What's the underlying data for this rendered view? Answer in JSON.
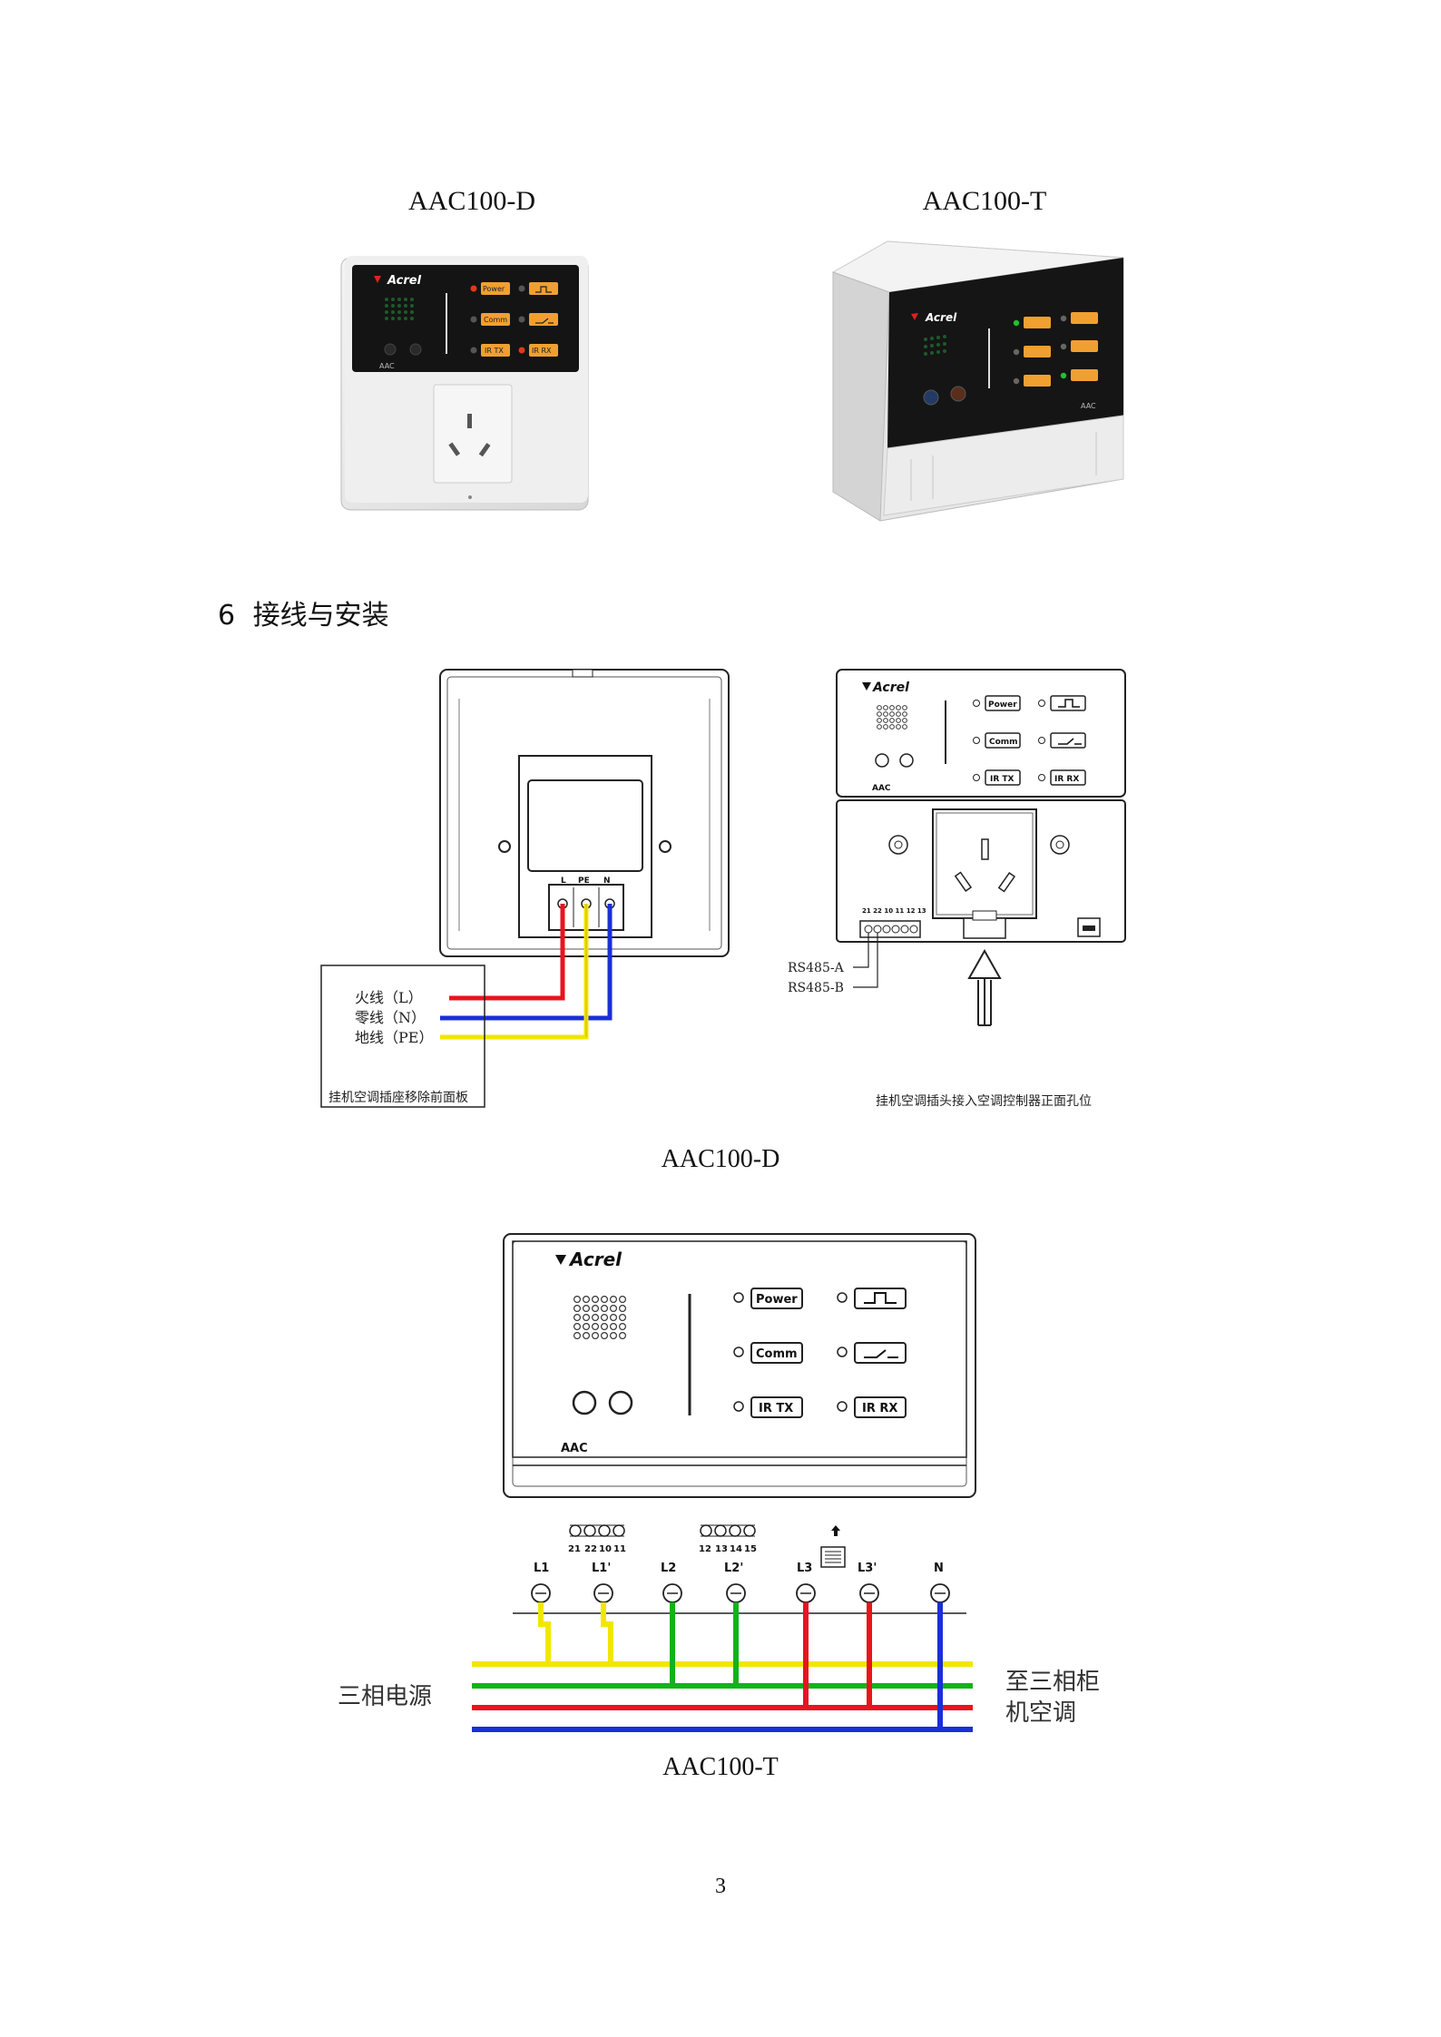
{
  "products": {
    "d_title": "AAC100-D",
    "t_title": "AAC100-T",
    "brand": "Acrel",
    "model_mark": "AAC",
    "leds": [
      "Power",
      "Comm",
      "IR TX",
      "IR RX"
    ]
  },
  "section": {
    "number": "6",
    "title": "接线与安装"
  },
  "wiring_d": {
    "terminal_labels": [
      "L",
      "PE",
      "N"
    ],
    "wire_labels": [
      "火线（L）",
      "零线（N）",
      "地线（PE）"
    ],
    "box_note": "挂机空调插座移除前面板",
    "terminal_numbers": "21 22 10 11 12 13",
    "rs485_a": "RS485-A",
    "rs485_b": "RS485-B",
    "plug_note": "挂机空调插头接入空调控制器正面孔位",
    "caption": "AAC100-D"
  },
  "wiring_t": {
    "group1": [
      "21",
      "22",
      "10",
      "11"
    ],
    "group2": [
      "12",
      "13",
      "14",
      "15"
    ],
    "terminals": [
      "L1",
      "L1'",
      "L2",
      "L2'",
      "L3",
      "L3'",
      "N"
    ],
    "left_label": "三相电源",
    "right_label_1": "至三相柜",
    "right_label_2": "机空调",
    "caption": "AAC100-T"
  },
  "colors": {
    "live": "#e8141c",
    "neutral": "#1a2fd6",
    "earth": "#f2e600",
    "green": "#10b418",
    "panel_black": "#111111",
    "led_orange": "#f0a030"
  },
  "page_number": "3"
}
